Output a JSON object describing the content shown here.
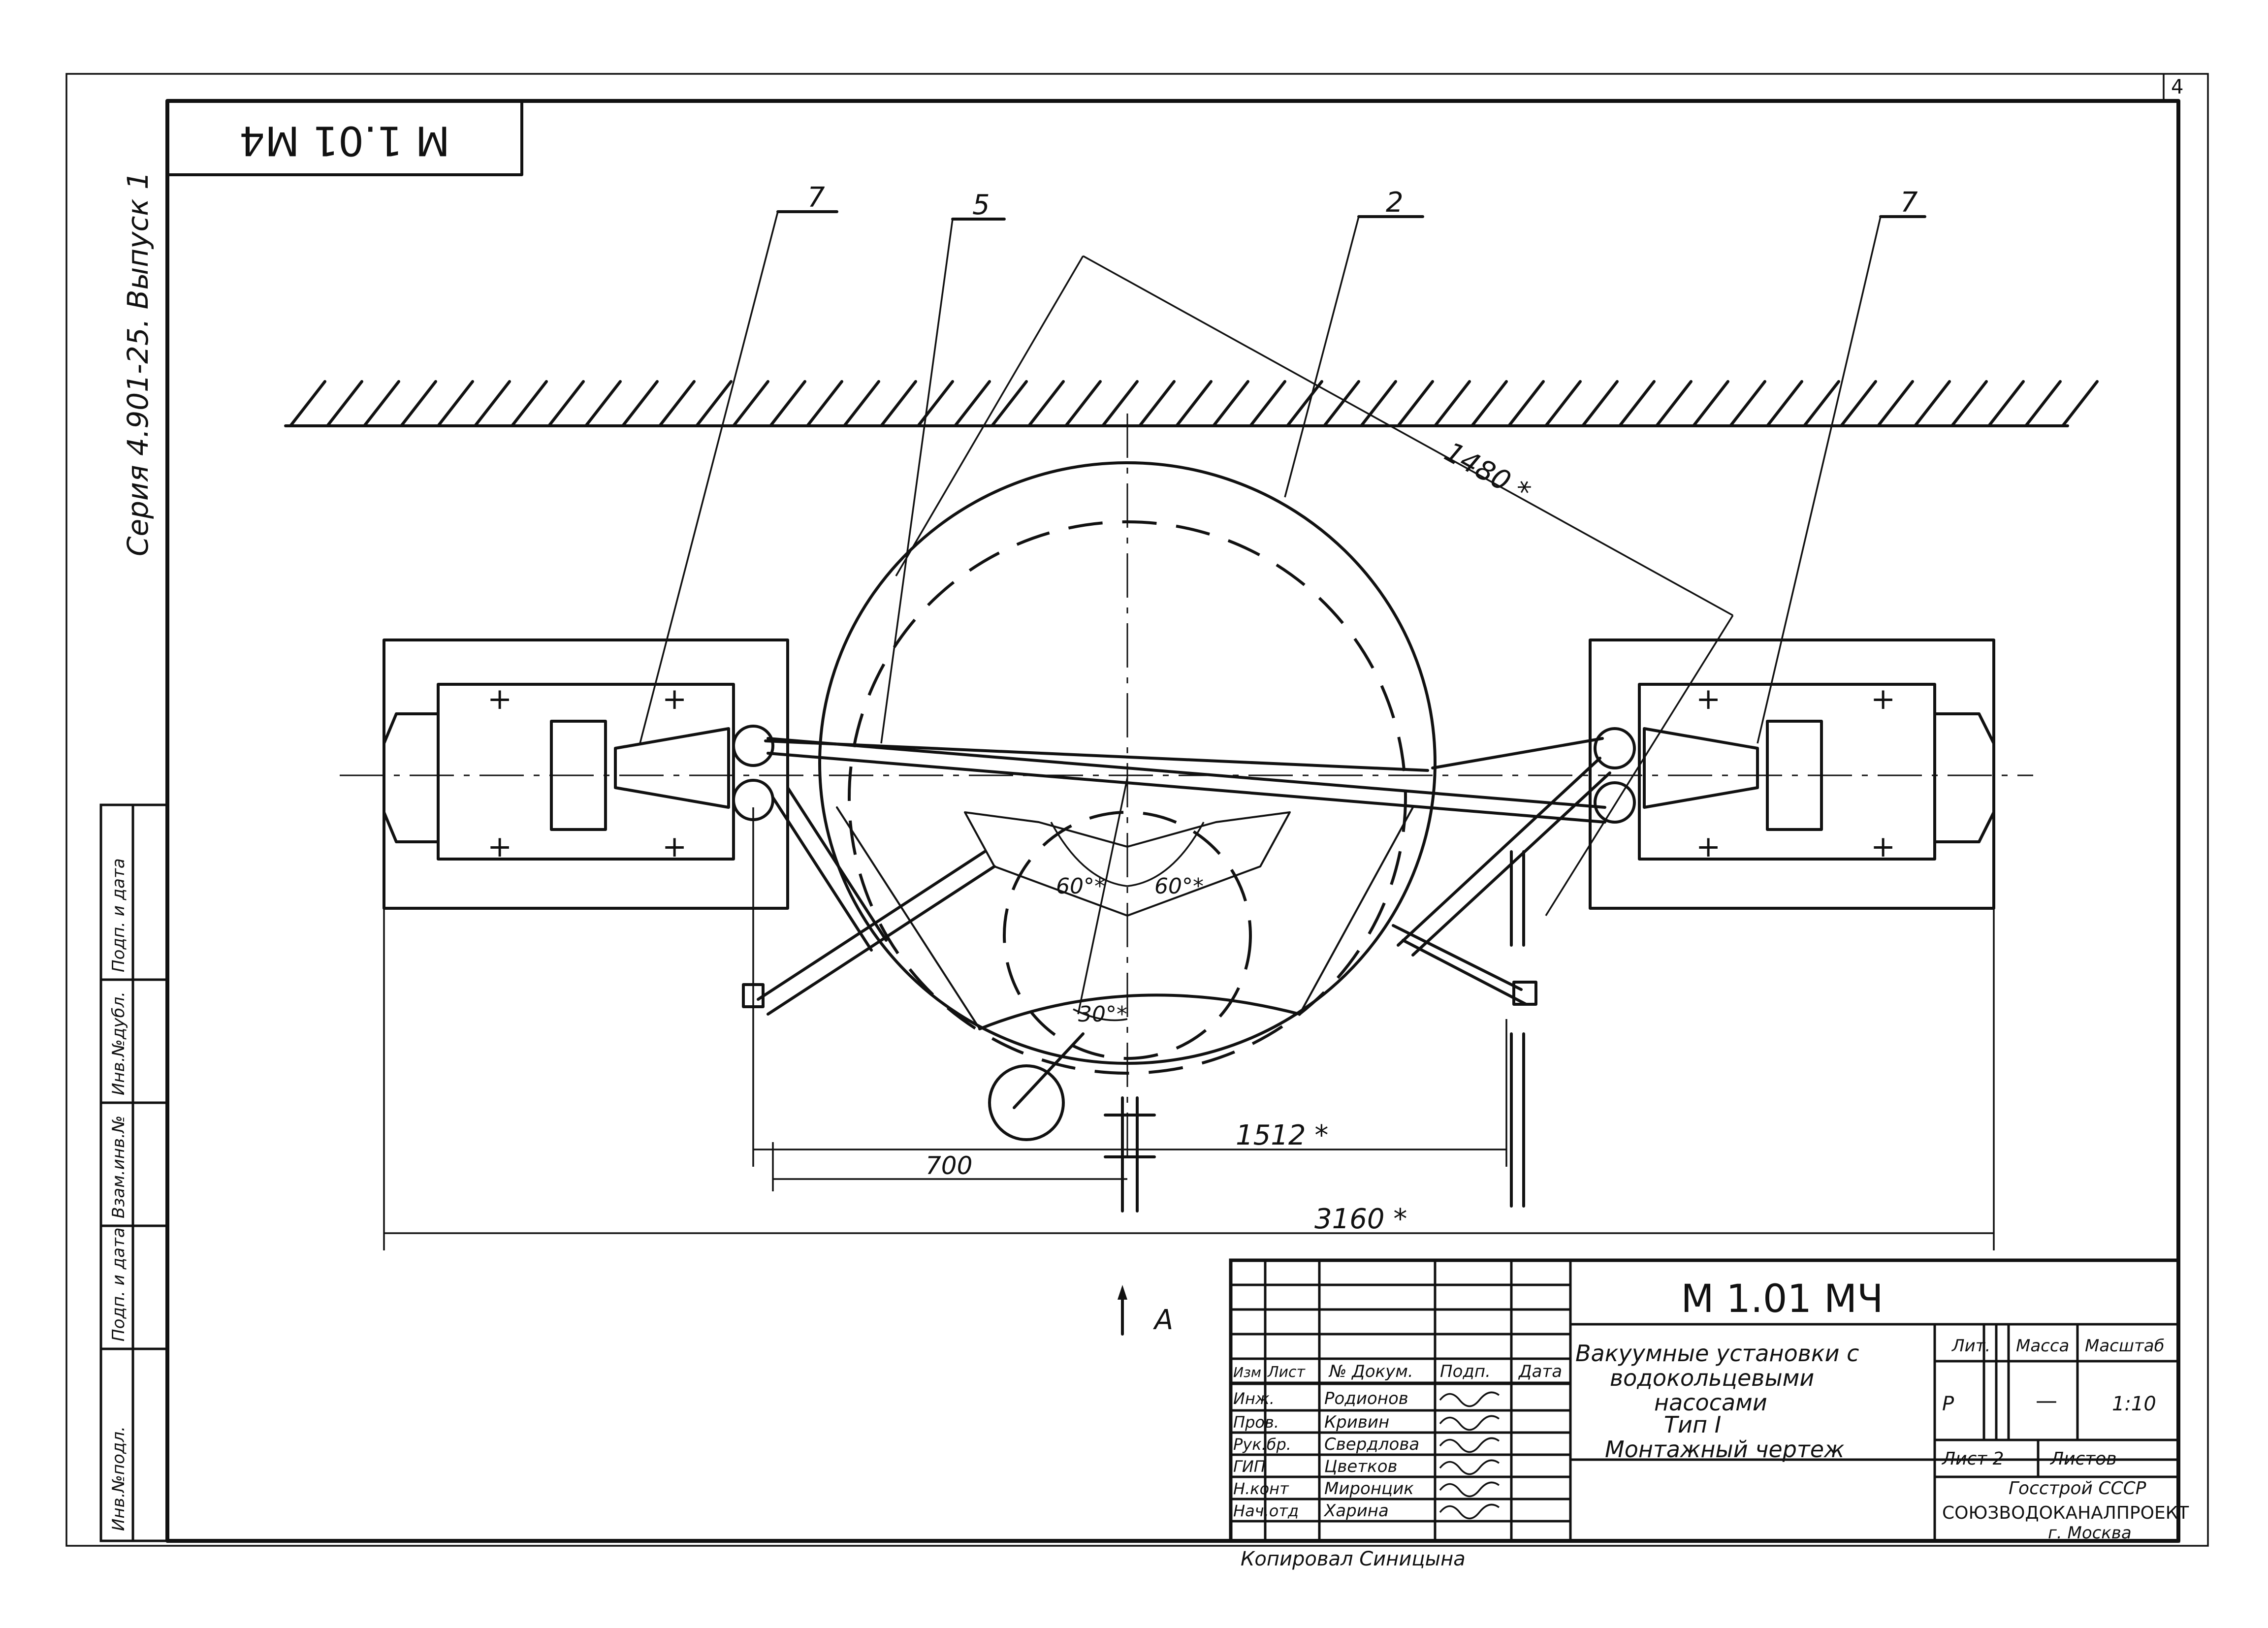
{
  "sheet_number": "4",
  "stamp_code": "М 1.01 М4",
  "series_text": "Серия 4.901-25. Выпуск 1",
  "callouts": [
    "7",
    "5",
    "2",
    "7"
  ],
  "dimensions": {
    "d1480": "1480 *",
    "d1512": "1512 *",
    "d700": "700",
    "d3160": "3160 *",
    "angle_left": "60°*",
    "angle_right": "60°*",
    "angle_bottom": "30°*"
  },
  "view_marker": "А",
  "side_stamp": [
    "Инв.№подл.",
    "Подп. и дата",
    "Взам.инв.№",
    "Инв.№дубл.",
    "Подп. и дата"
  ],
  "title_block": {
    "doc_code": "М 1.01 МЧ",
    "title_lines": [
      "Вакуумные установки с",
      "водокольцевыми",
      "насосами",
      "Тип I",
      "Монтажный чертеж"
    ],
    "headers": {
      "izm": "Изм",
      "list": "Лист",
      "doc": "№ Докум.",
      "sign": "Подп.",
      "date": "Дата"
    },
    "signatures": [
      {
        "role": "Инж.",
        "name": "Родионов"
      },
      {
        "role": "Пров.",
        "name": "Кривин"
      },
      {
        "role": "Рук.бр.",
        "name": "Свердлова"
      },
      {
        "role": "ГИП",
        "name": "Цветков"
      },
      {
        "role": "Н.конт",
        "name": "Миронцик"
      },
      {
        "role": "Нач.отд",
        "name": "Харина"
      }
    ],
    "lit_header": "Лит.",
    "mass_header": "Масса",
    "scale_header": "Масштаб",
    "lit_value": "Р",
    "mass_value": "—",
    "scale_value": "1:10",
    "sheet_label": "Лист 2",
    "sheets_label": "Листов",
    "org_line1": "Госстрой СССР",
    "org_line2": "СОЮЗВОДОКАНАЛПРОЕКТ",
    "org_line3": "г. Москва"
  },
  "copied_by": "Копировал Синицына"
}
